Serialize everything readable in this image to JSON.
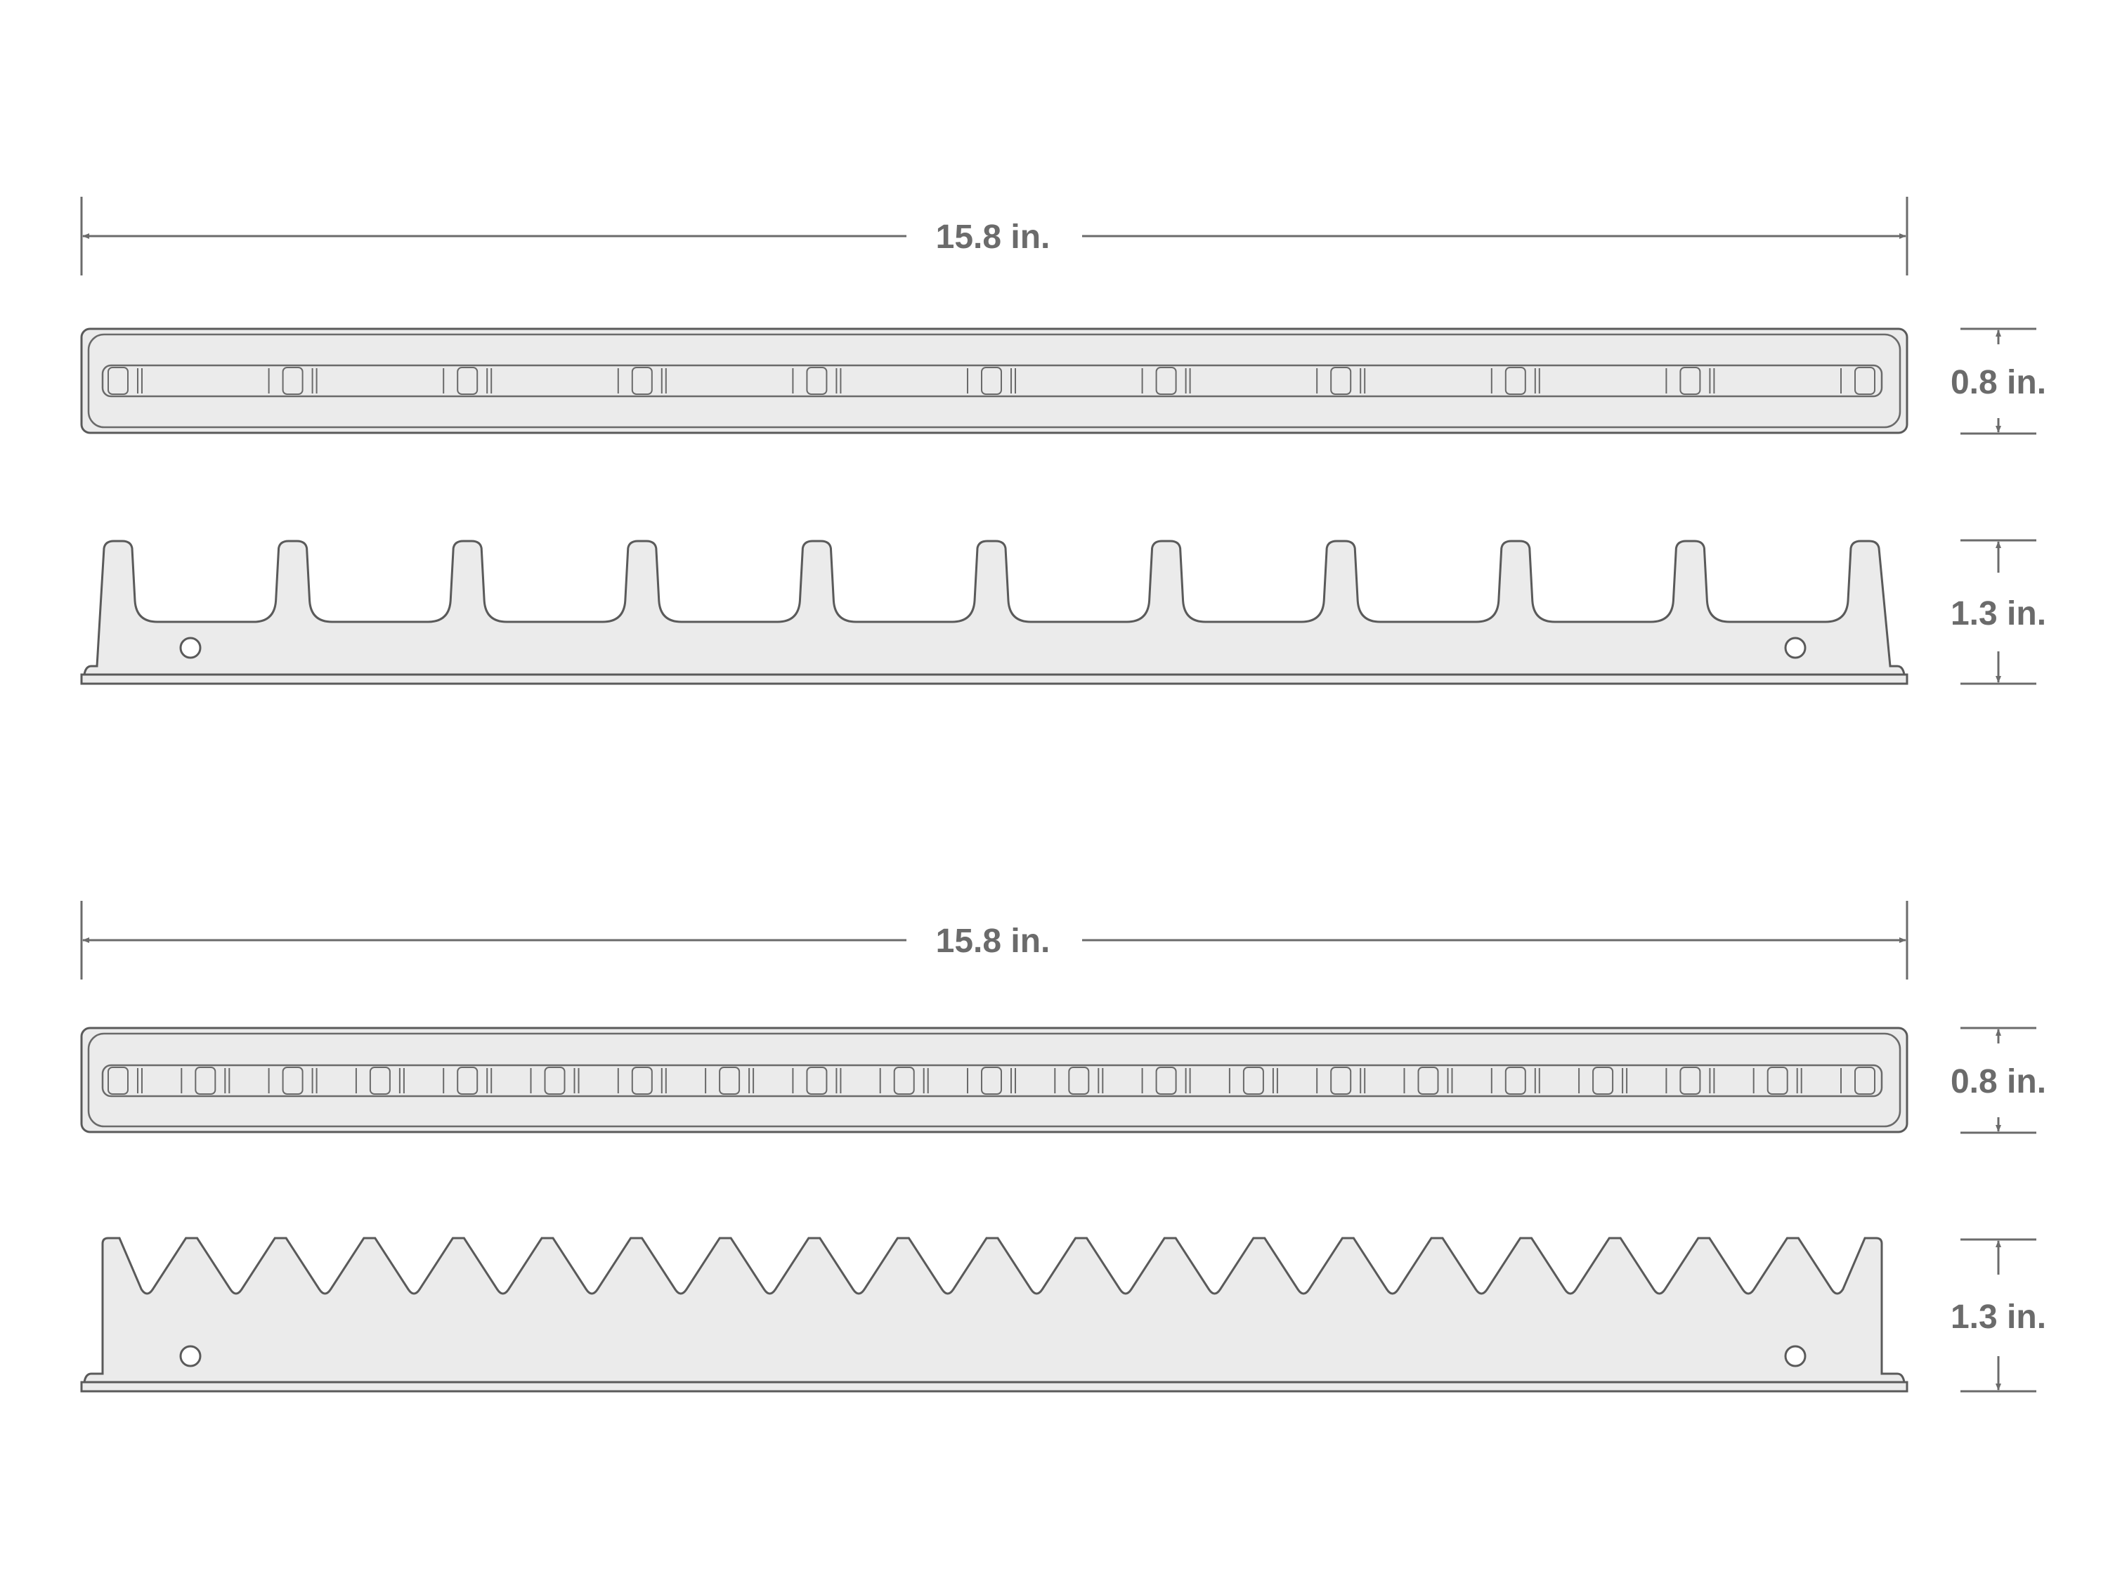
{
  "colors": {
    "background": "#ffffff",
    "part_fill": "#ebebeb",
    "outline": "#5a5a5a",
    "dimension": "#6b6b6b"
  },
  "top_rack": {
    "length_label": "15.8 in.",
    "width_label": "0.8 in.",
    "height_label": "1.3 in.",
    "peg_count": 11,
    "peg_style": "rounded-post"
  },
  "bottom_rack": {
    "length_label": "15.8 in.",
    "width_label": "0.8 in.",
    "height_label": "1.3 in.",
    "peg_count": 21,
    "peg_style": "sawtooth"
  }
}
